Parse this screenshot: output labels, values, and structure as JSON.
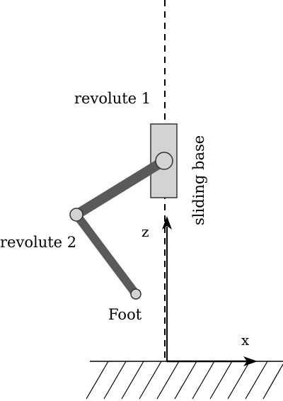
{
  "labels": {
    "revolute_1": "revolute 1",
    "revolute_2": "revolute 2",
    "sliding_base": "sliding base",
    "foot": "Foot",
    "axis_z": "z",
    "axis_x": "x"
  },
  "colors": {
    "link": "#5a5a5a",
    "joint_fill": "#d3d3d3",
    "base_fill": "#d3d3d3",
    "outline": "#333333",
    "line": "#000000"
  }
}
